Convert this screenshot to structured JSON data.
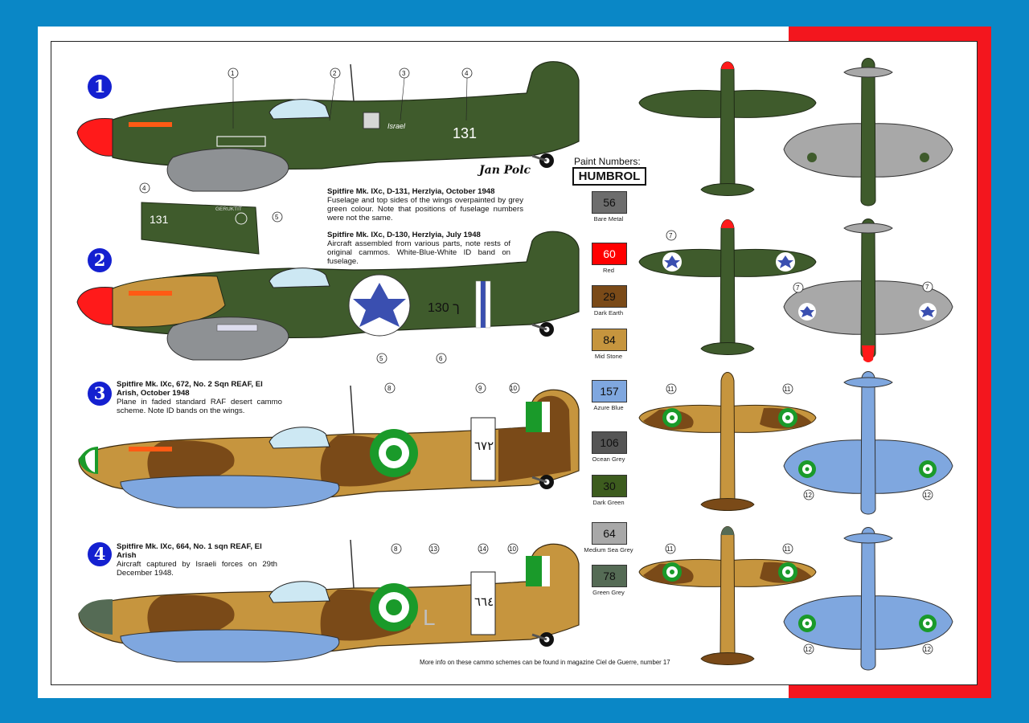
{
  "schemes": [
    {
      "number": "1",
      "title": "Spitfire Mk. IXc, D-131, Herzlyia, October 1948",
      "text": "Fuselage and top sides of the wings overpainted by grey green colour. Note that positions of fuselage numbers were not the same."
    },
    {
      "number": "2",
      "title": "Spitfire Mk. IXc, D-130, Herzlyia, July 1948",
      "text": "Aircraft assembled from various parts, note rests of original cammos. White-Blue-White ID band on fuselage."
    },
    {
      "number": "3",
      "title": "Spitfire Mk. IXc, 672, No. 2 Sqn REAF, El Arish, October 1948",
      "text": "Plane in faded standard RAF desert cammo scheme. Note ID bands on the wings."
    },
    {
      "number": "4",
      "title": "Spitfire Mk. IXc, 664, No. 1 sqn REAF, El Arish",
      "text": "Aircraft captured by Israeli forces on 29th December 1948."
    }
  ],
  "markings": {
    "plane1_serial": "131",
    "plane1_pilot": "Jan Polc",
    "plane1_tail_word": "Israel",
    "inset_serial": "131",
    "inset_word": "GERUKTIT",
    "plane2_serial": "130 ך",
    "plane3_serial": "٦٧٢",
    "plane4_serial": "٦٦٤",
    "plane4_letter": "L"
  },
  "paint_header": "Paint Numbers:",
  "paint_brand": "HUMBROL",
  "paints": [
    {
      "code": "56",
      "name": "Bare Metal",
      "color": "#6d6d6d"
    },
    {
      "code": "60",
      "name": "Red",
      "color": "#ff0000"
    },
    {
      "code": "29",
      "name": "Dark Earth",
      "color": "#7a4a18"
    },
    {
      "code": "84",
      "name": "Mid Stone",
      "color": "#c6953e"
    },
    {
      "code": "157",
      "name": "Azure Blue",
      "color": "#7fa7df"
    },
    {
      "code": "106",
      "name": "Ocean Grey",
      "color": "#555555"
    },
    {
      "code": "30",
      "name": "Dark Green",
      "color": "#3d5c1e"
    },
    {
      "code": "64",
      "name": "Medium Sea Grey",
      "color": "#a8a8a8"
    },
    {
      "code": "78",
      "name": "Green Grey",
      "color": "#556b55"
    }
  ],
  "callouts": [
    "1",
    "2",
    "3",
    "4",
    "5",
    "6",
    "7",
    "8",
    "9",
    "10",
    "11",
    "12",
    "13",
    "14"
  ],
  "footnote": "More info on these cammo schemes can be found in magazine Ciel de Guerre, number 17",
  "colors": {
    "frame_blue": "#0a87c6",
    "strip_red": "#f3161e",
    "roundel_blue": "#3a4fb0",
    "egypt_green": "#1a9a2a"
  }
}
